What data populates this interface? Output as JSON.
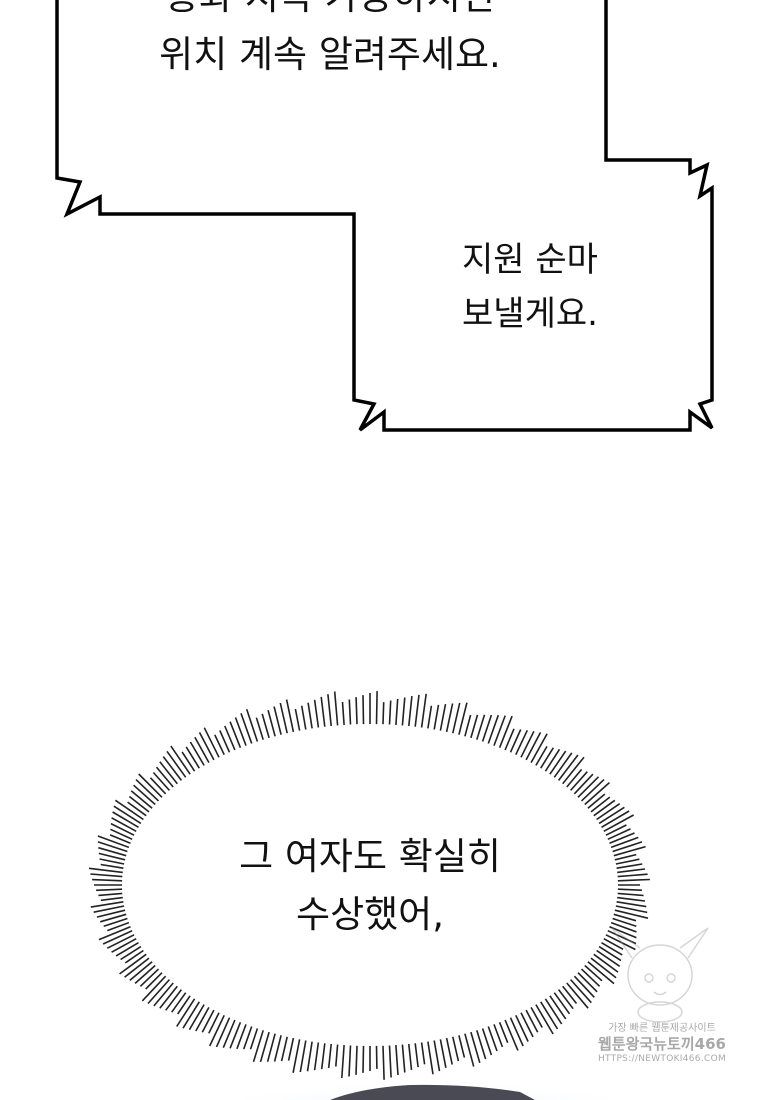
{
  "panel": {
    "bubble_top": {
      "line1": "통화 지속 가능하시면",
      "line2": "위치 계속 알려주세요."
    },
    "bubble_middle": {
      "line1": "지원 순마",
      "line2": "보낼게요."
    },
    "thought_bubble": {
      "line1": "그 여자도 확실히",
      "line2": "수상했어,"
    }
  },
  "watermark": {
    "line1": "가장 빠른 웹툰제공사이트",
    "line2": "웹툰왕국뉴토끼466",
    "line3": "HTTPS://NEWTOKI466.COM"
  }
}
